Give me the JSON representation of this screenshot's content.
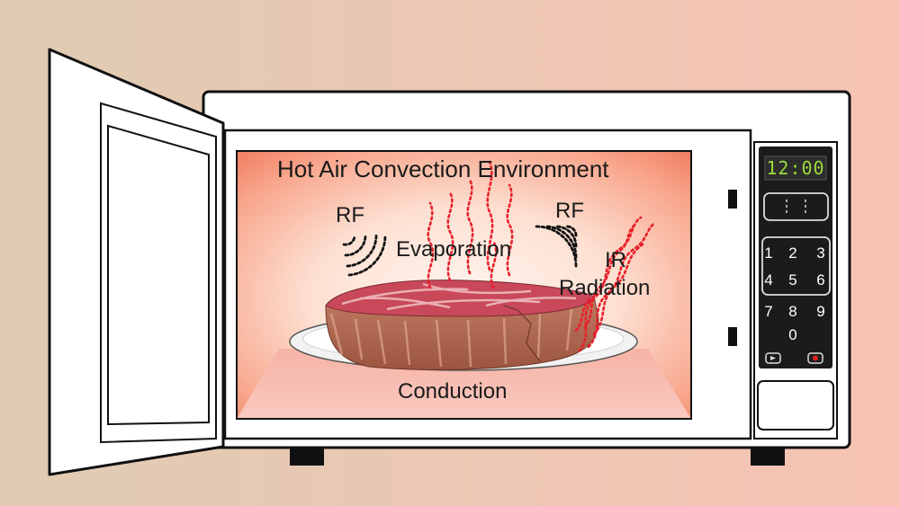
{
  "labels": {
    "title": "Hot Air Convection Environment",
    "rf_left": "RF",
    "rf_right": "RF",
    "evaporation": "Evaporation",
    "ir": "IR",
    "radiation": "Radiation",
    "conduction": "Conduction"
  },
  "control_panel": {
    "clock": "12:00",
    "keys": [
      "1",
      "2",
      "3",
      "4",
      "5",
      "6",
      "7",
      "8",
      "9",
      "0"
    ]
  },
  "colors": {
    "background_left": "#dfccb3",
    "background_right": "#f7c3b3",
    "cavity_glow": "#f4866a",
    "heat_lines": "#e8202a",
    "rf_waves": "#111111",
    "clock_display": "#9adb3b"
  }
}
